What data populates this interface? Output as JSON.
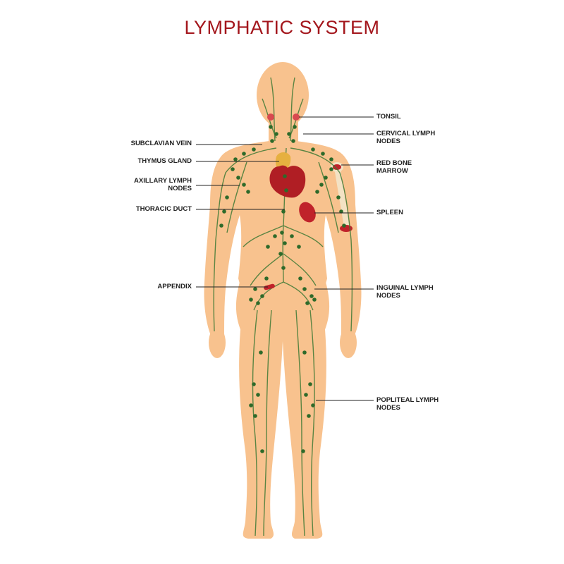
{
  "title": "LYMPHATIC SYSTEM",
  "colors": {
    "title": "#a3161c",
    "skin": "#f8c28e",
    "skin_outline": "#e9ab72",
    "vessel": "#3f7a35",
    "node": "#2e6a2a",
    "organ": "#c0222a",
    "bone": "#f3e2c4",
    "label": "#222222"
  },
  "labels": {
    "subclavian": "SUBCLAVIAN VEIN",
    "thymus": "THYMUS GLAND",
    "axillary_1": "AXILLARY LYMPH",
    "axillary_2": "NODES",
    "thoracic": "THORACIC DUCT",
    "appendix": "APPENDIX",
    "tonsil": "TONSIL",
    "cervical_1": "CERVICAL LYMPH",
    "cervical_2": "NODES",
    "marrow_1": "RED BONE",
    "marrow_2": "MARROW",
    "spleen": "SPLEEN",
    "inguinal_1": "INGUINAL LYMPH",
    "inguinal_2": "NODES",
    "popliteal_1": "POPLITEAL LYMPH",
    "popliteal_2": "NODES"
  }
}
